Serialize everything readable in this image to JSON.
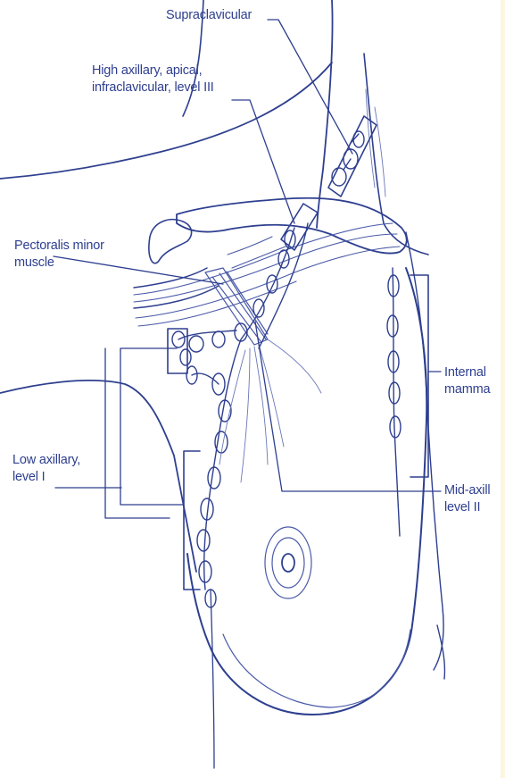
{
  "diagram": {
    "line_color": "#2e3f8f",
    "fine_line_color": "#4a5aa8",
    "background": "#ffffff",
    "labels": {
      "supraclavicular": "Supraclavicular",
      "high_axillary_line1": "High axillary, apical,",
      "high_axillary_line2": "infraclavicular, level III",
      "pectoralis_line1": "Pectoralis minor",
      "pectoralis_line2": "muscle",
      "internal_line1": "Internal",
      "internal_line2": "mamma",
      "low_axillary_line1": "Low axillary,",
      "low_axillary_line2": "level I",
      "mid_axillary_line1": "Mid-axill",
      "mid_axillary_line2": "level II"
    }
  }
}
